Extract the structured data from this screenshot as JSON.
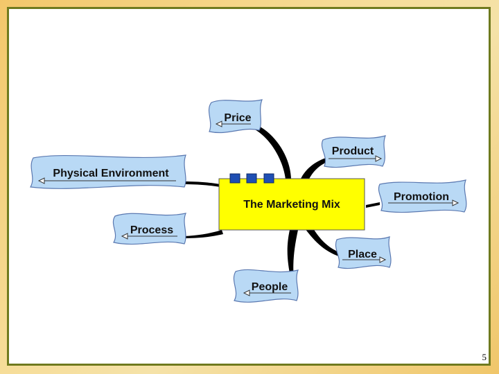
{
  "diagram": {
    "center": {
      "label": "The Marketing Mix"
    },
    "nodes": [
      {
        "id": "price",
        "label": "Price"
      },
      {
        "id": "product",
        "label": "Product"
      },
      {
        "id": "promotion",
        "label": "Promotion"
      },
      {
        "id": "place",
        "label": "Place"
      },
      {
        "id": "people",
        "label": "People"
      },
      {
        "id": "process",
        "label": "Process"
      },
      {
        "id": "physical-environment",
        "label": "Physical Environment"
      }
    ]
  },
  "colors": {
    "center_fill": "#ffff00",
    "node_fill": "#b9d9f5",
    "node_stroke": "#5a78b0",
    "handle_fill": "#1f4fb3",
    "frame": "#6f7a1e"
  },
  "footer": {
    "page_number": "5"
  }
}
